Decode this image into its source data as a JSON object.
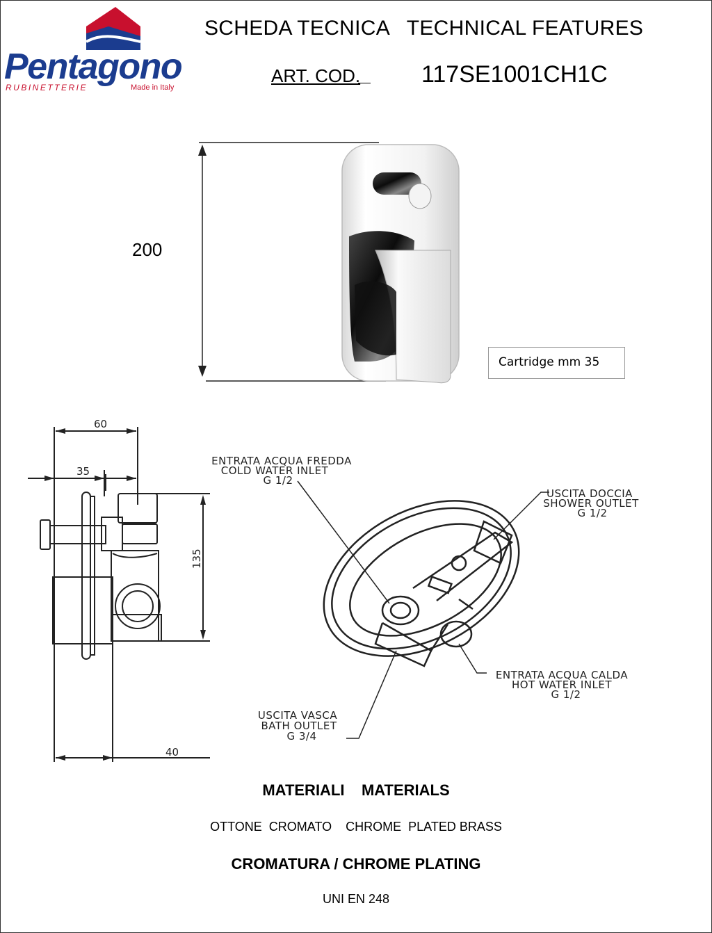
{
  "brand": {
    "name": "Pentagono",
    "subtitle": "RUBINETTERIE",
    "made_in": "Made in Italy"
  },
  "header": {
    "title": "SCHEDA TECNICA   TECHNICAL FEATURES",
    "art_cod_label": "ART. COD.",
    "art_code": "117SE1001CH1C"
  },
  "product": {
    "height_dim": "200",
    "cartridge": "Cartridge mm 35"
  },
  "drawing": {
    "dim_60": "60",
    "dim_35": "35",
    "dim_135": "135",
    "dim_40": "40",
    "cold_inlet": [
      "ENTRATA ACQUA FREDDA",
      "COLD WATER INLET",
      "G 1/2"
    ],
    "shower_outlet": [
      "USCITA DOCCIA",
      "SHOWER OUTLET",
      "G 1/2"
    ],
    "hot_inlet": [
      "ENTRATA  ACQUA CALDA",
      "HOT WATER INLET",
      "G 1/2"
    ],
    "bath_outlet": [
      "USCITA VASCA",
      "BATH OUTLET",
      "G 3/4"
    ]
  },
  "materials": {
    "heading": "MATERIALI    MATERIALS",
    "material": "OTTONE  CROMATO    CHROME  PLATED BRASS",
    "plating_heading": "CROMATURA / CHROME PLATING",
    "standard": "UNI EN 248"
  }
}
